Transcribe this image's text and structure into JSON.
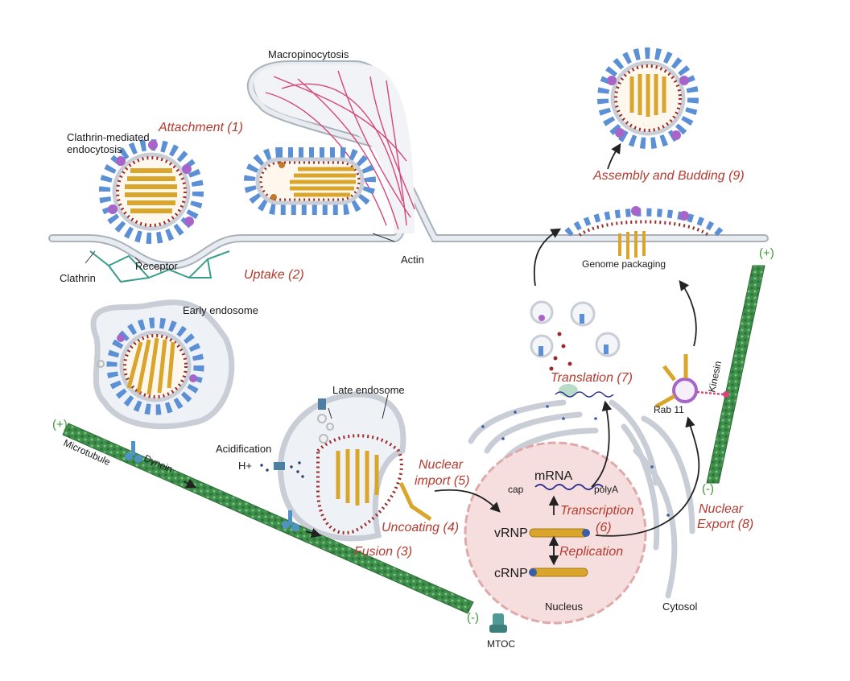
{
  "labels": {
    "macropinocytosis": "Macropinocytosis",
    "clathrin_mediated_1": "Clathrin-mediated",
    "clathrin_mediated_2": "endocytosis",
    "receptor": "Receptor",
    "clathrin": "Clathrin",
    "actin": "Actin",
    "early_endosome": "Early endosome",
    "late_endosome": "Late endosome",
    "acidification": "Acidification",
    "h_plus": "H+",
    "microtubule": "Microtubule",
    "dynein": "Dynein",
    "mtoc": "MTOC",
    "nucleus": "Nucleus",
    "cytosol": "Cytosol",
    "mrna": "mRNA",
    "cap": "cap",
    "polya": "polyA",
    "vrnp": "vRNP",
    "crnp": "cRNP",
    "genome_packaging": "Genome packaging",
    "kinesin": "Kinesin",
    "rab11": "Rab 11",
    "plus": "(+)",
    "minus": "(-)"
  },
  "steps": {
    "attachment": "Attachment (1)",
    "uptake": "Uptake (2)",
    "fusion": "Fusion (3)",
    "uncoating": "Uncoating (4)",
    "nuclear_import_1": "Nuclear",
    "nuclear_import_2": "import (5)",
    "transcription_1": "Transcription",
    "transcription_2": "(6)",
    "replication": "Replication",
    "translation": "Translation (7)",
    "nuclear_export_1": "Nuclear",
    "nuclear_export_2": "Export (8)",
    "assembly": "Assembly and Budding (9)"
  },
  "colors": {
    "step_text": "#b43a2e",
    "membrane": "#c9ced6",
    "spike_blue": "#5b8fd6",
    "spike_purple": "#a865c9",
    "rnp_gold": "#d9a52b",
    "matrix_red": "#9b2a2a",
    "microtubule_green": "#3e8f4c",
    "nucleus_fill": "#f6dede",
    "clathrin": "#3a9c8c",
    "actin": "#d6467a",
    "plus_minus": "#3f9a3a"
  }
}
